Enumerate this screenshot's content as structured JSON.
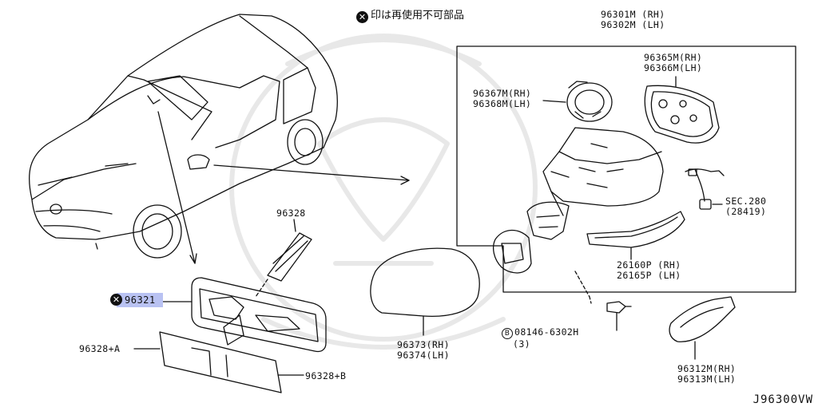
{
  "note": {
    "icon": "x-circle-icon",
    "text": "印は再使用不可部品"
  },
  "labels": {
    "p96301": [
      "96301M (RH)",
      "96302M (LH)"
    ],
    "p96365": [
      "96365M(RH)",
      "96366M(LH)"
    ],
    "p96367": [
      "96367M(RH)",
      "96368M(LH)"
    ],
    "sec280": [
      "SEC.280",
      "(28419)"
    ],
    "p96328": "96328",
    "p96321": "96321",
    "p96328a": "96328+A",
    "p96328b": "96328+B",
    "p26160": [
      "26160P (RH)",
      "26165P (LH)"
    ],
    "p96373": [
      "96373(RH)",
      "96374(LH)"
    ],
    "bolt": {
      "symbol": "B",
      "part": "08146-6302H",
      "qty": "(3)"
    },
    "p96312": [
      "96312M(RH)",
      "96313M(LH)"
    ]
  },
  "diagram_code": "J96300VW",
  "colors": {
    "line": "#111111",
    "highlight": "#b9c2f2",
    "watermark": "#ececec"
  }
}
